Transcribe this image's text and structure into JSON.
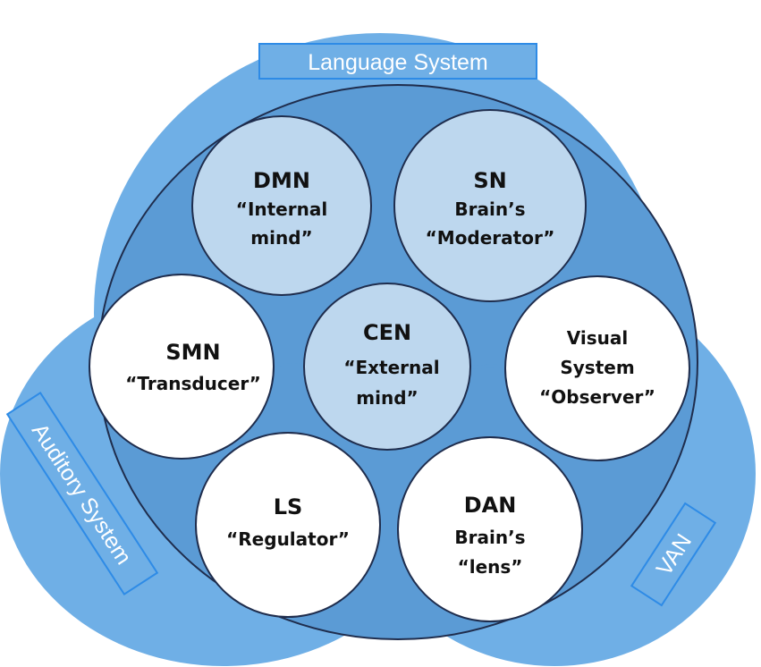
{
  "colors": {
    "outer_blue": "#5B9BD5",
    "outer_blue_bright": "#6FAFE6",
    "outline_blue": "#2E8BE6",
    "light_node": "#BDD7EE",
    "white_node": "#FFFFFF",
    "node_outline": "#1F2D4D",
    "arrow": "#5B9BD5"
  },
  "labels": {
    "language": "Language System",
    "auditory": "Auditory System",
    "van": "VAN"
  },
  "nodes": {
    "dmn": {
      "title": "DMN",
      "line1": "“Internal",
      "line2": "mind”"
    },
    "sn": {
      "title": "SN",
      "line1": "Brain’s",
      "line2": "“Moderator”"
    },
    "cen": {
      "title": "CEN",
      "line1": "“External",
      "line2": "mind”"
    },
    "smn": {
      "title": "SMN",
      "line1": "“Transducer”"
    },
    "vis": {
      "line1": "Visual",
      "line2": "System",
      "line3": "“Observer”"
    },
    "ls": {
      "title": "LS",
      "line1": "“Regulator”"
    },
    "dan": {
      "title": "DAN",
      "line1": "Brain’s",
      "line2": "“lens”"
    }
  }
}
